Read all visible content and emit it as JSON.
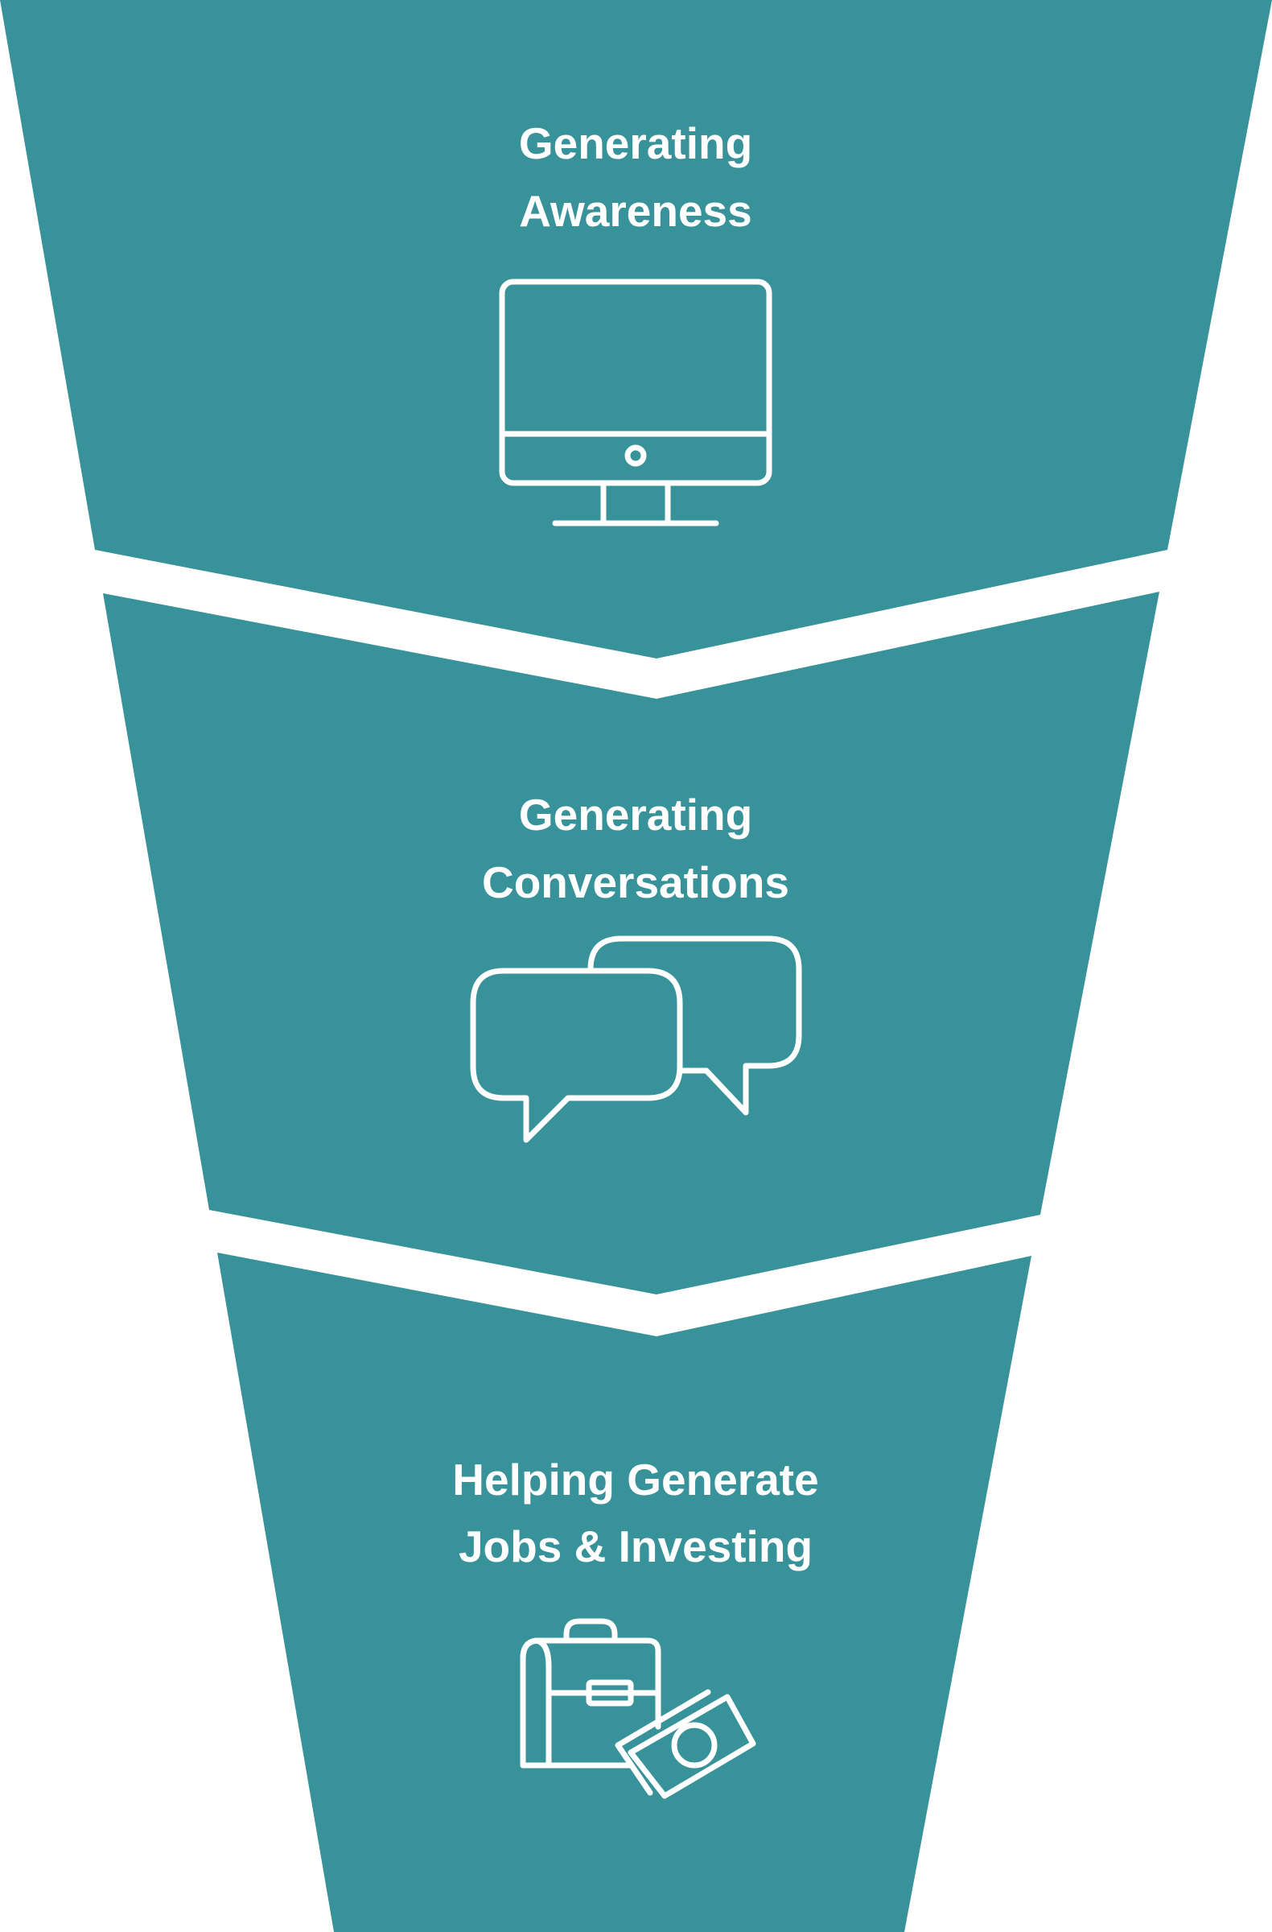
{
  "diagram": {
    "type": "funnel",
    "colors": {
      "segment_fill": "#38929a",
      "text": "#ffffff",
      "background": "#ffffff"
    },
    "stages": [
      {
        "line1": "Generating",
        "line2": "Awareness",
        "icon": "monitor-icon"
      },
      {
        "line1": "Generating",
        "line2": "Conversations",
        "icon": "speech-bubbles-icon"
      },
      {
        "line1": "Helping Generate",
        "line2": "Jobs & Investing",
        "icon": "briefcase-money-icon"
      }
    ]
  }
}
